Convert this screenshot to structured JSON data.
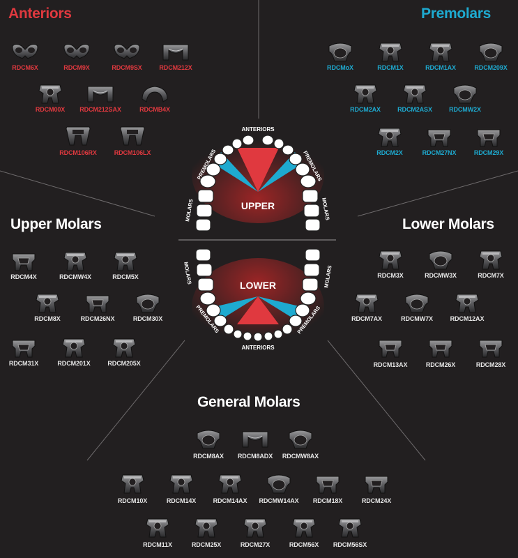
{
  "headings": {
    "anteriors": "Anteriors",
    "premolars": "Premolars",
    "upper_molars": "Upper Molars",
    "lower_molars": "Lower Molars",
    "general_molars": "General Molars"
  },
  "colors": {
    "background": "#221f20",
    "anterior_red": "#e0393f",
    "premolar_blue": "#1eaad0",
    "molar_white": "#e6e6e6"
  },
  "anteriors": [
    "RDCM6X",
    "RDCM9X",
    "RDCM9SX",
    "RDCM212X",
    "RDCM00X",
    "RDCM212SAX",
    "RDCMB4X",
    "RDCM106RX",
    "RDCM106LX"
  ],
  "premolars": [
    "RDCMoX",
    "RDCM1X",
    "RDCM1AX",
    "RDCM209X",
    "RDCM2AX",
    "RDCM2ASX",
    "RDCMW2X",
    "RDCM2X",
    "RDCM27NX",
    "RDCM29X"
  ],
  "upper_molars": [
    "RDCM4X",
    "RDCMW4X",
    "RDCM5X",
    "RDCM8X",
    "RDCM26NX",
    "RDCM30X",
    "RDCM31X",
    "RDCM201X",
    "RDCM205X"
  ],
  "lower_molars": [
    "RDCM3X",
    "RDCMW3X",
    "RDCM7X",
    "RDCM7AX",
    "RDCMW7X",
    "RDCM12AX",
    "RDCM13AX",
    "RDCM26X",
    "RDCM28X"
  ],
  "general_molars": [
    "RDCM8AX",
    "RDCM8ADX",
    "RDCMW8AX",
    "RDCM10X",
    "RDCM14X",
    "RDCM14AX",
    "RDCMW14AX",
    "RDCM18X",
    "RDCM24X",
    "RDCM11X",
    "RDCM25X",
    "RDCM27X",
    "RDCM56X",
    "RDCM56SX"
  ],
  "arch": {
    "upper_label": "UPPER",
    "lower_label": "LOWER",
    "anteriors_label": "ANTERIORS",
    "premolars_label": "PREMOLARS",
    "molars_label": "MOLARS"
  }
}
